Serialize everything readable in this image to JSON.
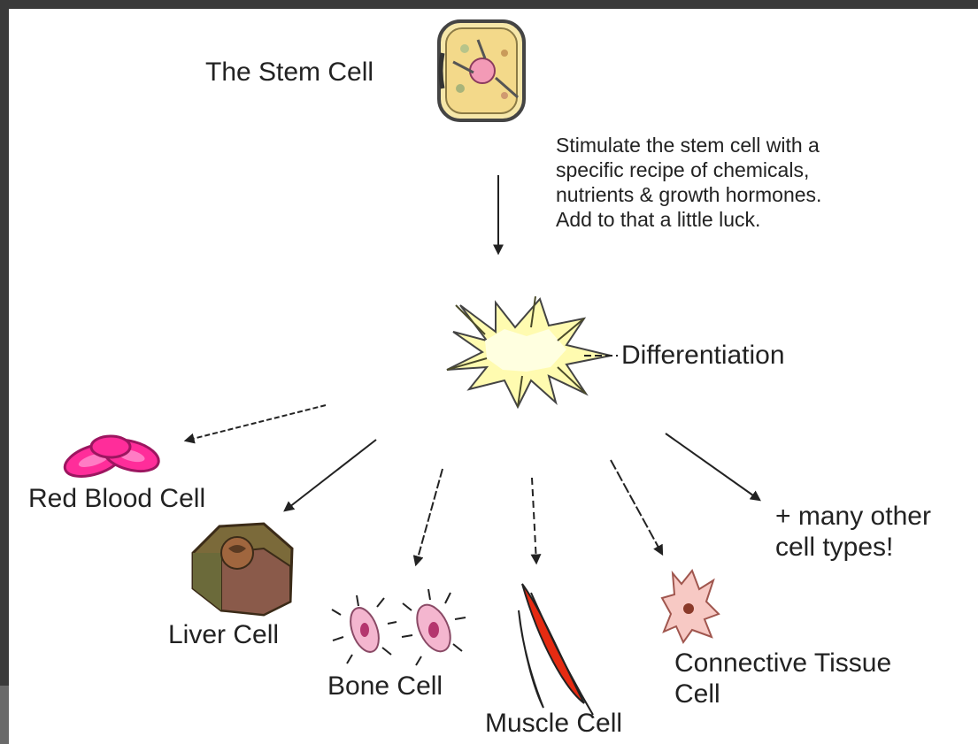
{
  "labels": {
    "stem_cell": "The Stem Cell",
    "stimulus": "Stimulate the stem cell with a\nspecific recipe of chemicals,\nnutrients & growth hormones.\nAdd to that a little luck.",
    "differentiation": "Differentiation",
    "red_blood_cell": "Red Blood Cell",
    "liver_cell": "Liver Cell",
    "bone_cell": "Bone Cell",
    "muscle_cell": "Muscle Cell",
    "connective_tissue": "Connective Tissue\nCell",
    "other_types": "+ many other\ncell types!"
  },
  "icons": {
    "stem_cell": "stem-cell-icon",
    "explosion": "differentiation-burst-icon",
    "red_blood_cell": "red-blood-cell-icon",
    "liver_cell": "liver-cell-icon",
    "bone_cell": "bone-cell-icon",
    "muscle_cell": "muscle-cell-icon",
    "connective_tissue": "connective-tissue-cell-icon"
  },
  "colors": {
    "background": "#ffffff",
    "frame": "#3a3a3a",
    "burst": "#fffbb0",
    "red_blood_cell": "#ff2d9a",
    "liver_cell": "#8c6a3c",
    "muscle_cell": "#e52b12",
    "bone_cell": "#f4b6cf",
    "connective_tissue": "#f7c9c4"
  }
}
